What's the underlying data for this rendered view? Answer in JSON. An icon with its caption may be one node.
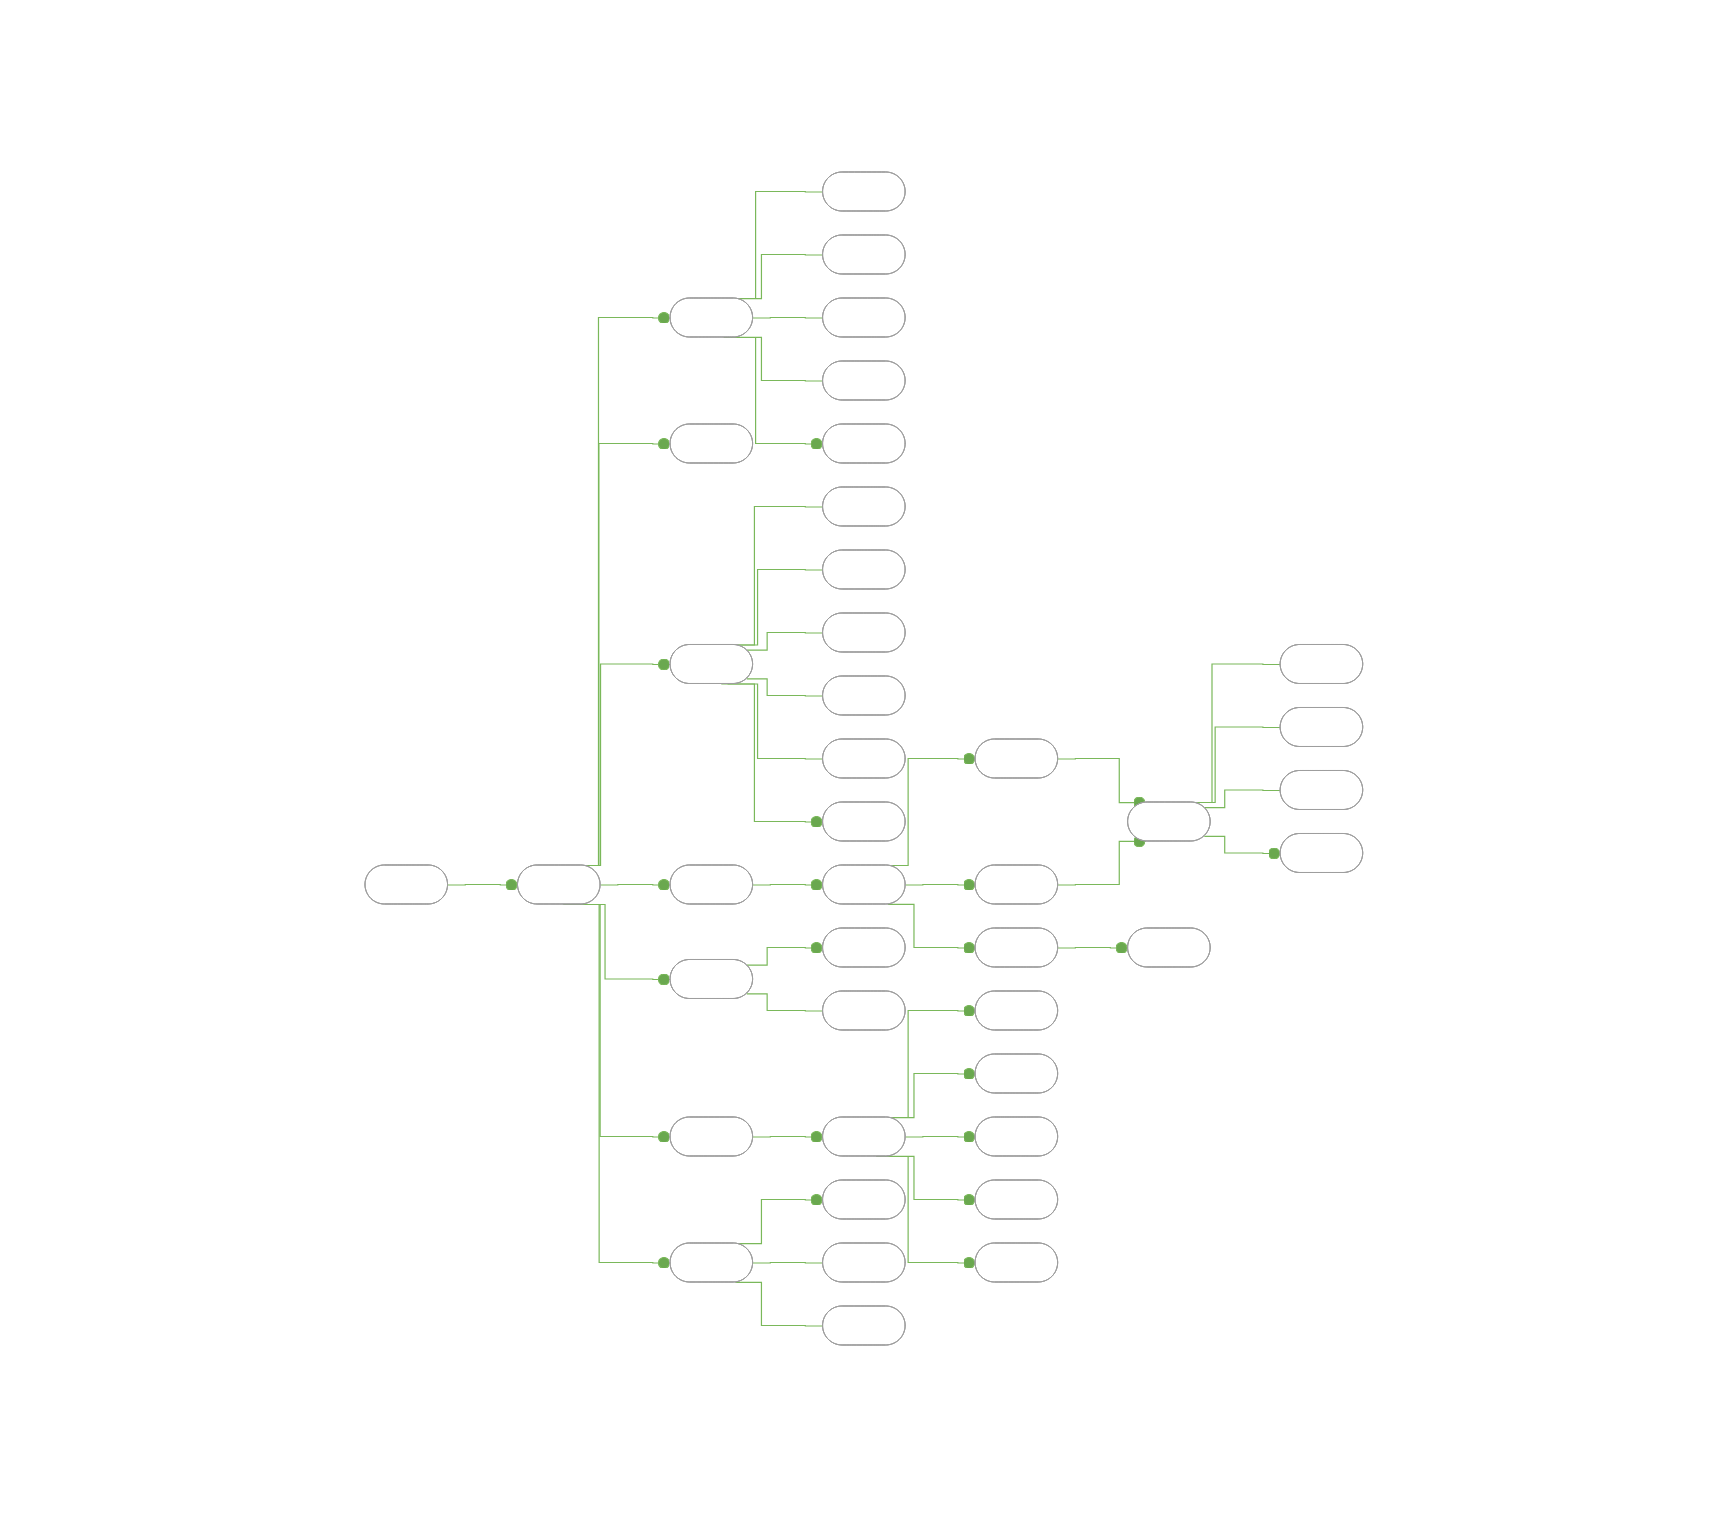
{
  "diagram": {
    "nodes": [
      {
        "text": [],
        "shape": "box"
      },
      {
        "text": [],
        "shape": "box"
      },
      {
        "text": [],
        "shape": "box"
      },
      {
        "text": [],
        "shape": "box"
      },
      {
        "text": [],
        "shape": "box"
      },
      {
        "text": [],
        "shape": "box"
      },
      {
        "text": [],
        "shape": "box"
      },
      {
        "text": [],
        "shape": "box"
      },
      {
        "text": [],
        "shape": "box"
      },
      {
        "text": [],
        "shape": "box"
      },
      {
        "text": [],
        "shape": "box"
      },
      {
        "text": [],
        "shape": "box"
      },
      {
        "text": [],
        "shape": "box"
      },
      {
        "text": [],
        "shape": "box"
      },
      {
        "text": [],
        "shape": "box"
      },
      {
        "text": [],
        "shape": "box"
      },
      {
        "text": [],
        "shape": "box"
      },
      {
        "text": [],
        "shape": "box"
      },
      {
        "text": [],
        "shape": "box"
      },
      {
        "text": [],
        "shape": "box"
      },
      {
        "text": [],
        "shape": "box"
      },
      {
        "text": [],
        "shape": "box"
      },
      {
        "text": [],
        "shape": "box"
      },
      {
        "text": [],
        "shape": "box"
      },
      {
        "text": [],
        "shape": "box"
      },
      {
        "text": [],
        "shape": "box"
      },
      {
        "text": [],
        "shape": "box"
      },
      {
        "text": [],
        "shape": "box"
      },
      {
        "text": [],
        "shape": "box"
      },
      {
        "text": [],
        "shape": "box"
      },
      {
        "text": [],
        "shape": "box"
      },
      {
        "text": [],
        "shape": "box"
      },
      {
        "text": [],
        "shape": "box"
      },
      {
        "text": [],
        "shape": "box"
      },
      {
        "text": [],
        "shape": "box"
      },
      {
        "text": [],
        "shape": "box"
      },
      {
        "text": [],
        "shape": "box"
      },
      {
        "text": [],
        "shape": "box"
      },
      {
        "text": [],
        "shape": "box"
      },
      {
        "text": [],
        "shape": "box"
      },
      {
        "text": [],
        "shape": "box"
      }
    ],
    "edges": [
      {
        "from": 0,
        "to": 1,
        "arrow": "other"
      },
      {
        "from": 1,
        "to": 2,
        "arrow": "other"
      },
      {
        "from": 1,
        "to": 8,
        "arrow": "other"
      },
      {
        "from": 1,
        "to": 9,
        "arrow": "other"
      },
      {
        "from": 1,
        "to": 16,
        "arrow": "other"
      },
      {
        "from": 1,
        "to": 27,
        "arrow": "other"
      },
      {
        "from": 1,
        "to": 30,
        "arrow": "other"
      },
      {
        "from": 1,
        "to": 37,
        "arrow": "other"
      },
      {
        "from": 2,
        "to": 3,
        "arrow": "none"
      },
      {
        "from": 2,
        "to": 4,
        "arrow": "none"
      },
      {
        "from": 2,
        "to": 5,
        "arrow": "none"
      },
      {
        "from": 2,
        "to": 6,
        "arrow": "none"
      },
      {
        "from": 2,
        "to": 7,
        "arrow": "other"
      },
      {
        "from": 9,
        "to": 10,
        "arrow": "none"
      },
      {
        "from": 9,
        "to": 11,
        "arrow": "none"
      },
      {
        "from": 9,
        "to": 12,
        "arrow": "none"
      },
      {
        "from": 9,
        "to": 13,
        "arrow": "none"
      },
      {
        "from": 9,
        "to": 14,
        "arrow": "none"
      },
      {
        "from": 9,
        "to": 15,
        "arrow": "other"
      },
      {
        "from": 16,
        "to": 17,
        "arrow": "other"
      },
      {
        "from": 17,
        "to": 18,
        "arrow": "other"
      },
      {
        "from": 17,
        "to": 19,
        "arrow": "other"
      },
      {
        "from": 17,
        "to": 20,
        "arrow": "other"
      },
      {
        "from": 18,
        "to": 21,
        "arrow": "other"
      },
      {
        "from": 19,
        "to": 21,
        "arrow": "other"
      },
      {
        "from": 21,
        "to": 22,
        "arrow": "none"
      },
      {
        "from": 21,
        "to": 23,
        "arrow": "none"
      },
      {
        "from": 21,
        "to": 24,
        "arrow": "none"
      },
      {
        "from": 21,
        "to": 25,
        "arrow": "other"
      },
      {
        "from": 20,
        "to": 26,
        "arrow": "other"
      },
      {
        "from": 27,
        "to": 28,
        "arrow": "other"
      },
      {
        "from": 27,
        "to": 29,
        "arrow": "none"
      },
      {
        "from": 30,
        "to": 31,
        "arrow": "other"
      },
      {
        "from": 31,
        "to": 32,
        "arrow": "other"
      },
      {
        "from": 31,
        "to": 33,
        "arrow": "other"
      },
      {
        "from": 31,
        "to": 34,
        "arrow": "other"
      },
      {
        "from": 31,
        "to": 35,
        "arrow": "other"
      },
      {
        "from": 31,
        "to": 36,
        "arrow": "other"
      },
      {
        "from": 37,
        "to": 38,
        "arrow": "other"
      },
      {
        "from": 37,
        "to": 39,
        "arrow": "none"
      },
      {
        "from": 37,
        "to": 40,
        "arrow": "none"
      }
    ]
  }
}
